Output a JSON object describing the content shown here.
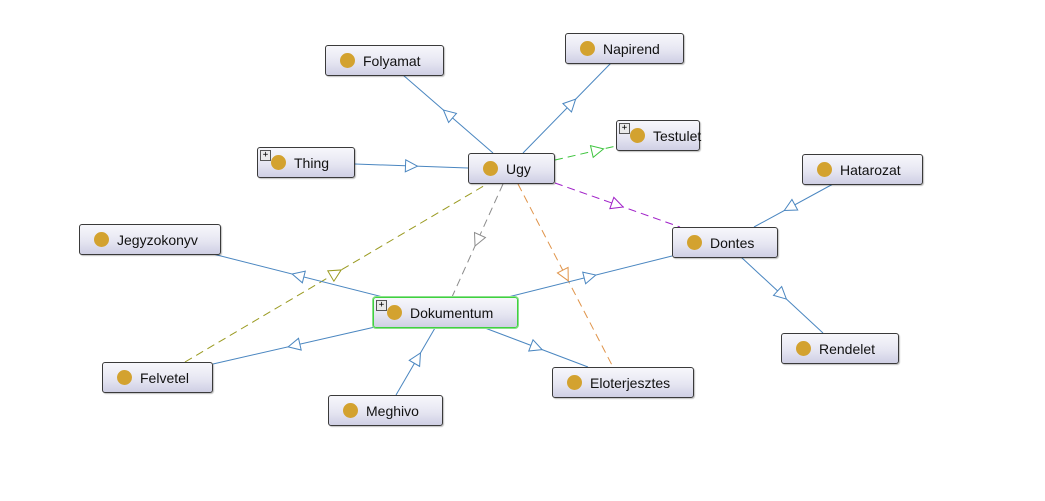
{
  "diagram": {
    "type": "ontology-class-graph",
    "colors": {
      "subclass_edge": "#4a86c0",
      "node_dot": "#d3a22f",
      "selected_border": "#3fd23f"
    },
    "nodes": [
      {
        "id": "Folyamat",
        "label": "Folyamat",
        "expandable": false
      },
      {
        "id": "Napirend",
        "label": "Napirend",
        "expandable": false
      },
      {
        "id": "Thing",
        "label": "Thing",
        "expandable": true
      },
      {
        "id": "Ugy",
        "label": "Ugy",
        "expandable": false
      },
      {
        "id": "Testulet",
        "label": "Testulet",
        "expandable": true
      },
      {
        "id": "Hatarozat",
        "label": "Hatarozat",
        "expandable": false
      },
      {
        "id": "Jegyzokonyv",
        "label": "Jegyzokonyv",
        "expandable": false
      },
      {
        "id": "Dontes",
        "label": "Dontes",
        "expandable": false
      },
      {
        "id": "Dokumentum",
        "label": "Dokumentum",
        "expandable": true,
        "selected": true
      },
      {
        "id": "Rendelet",
        "label": "Rendelet",
        "expandable": false
      },
      {
        "id": "Felvetel",
        "label": "Felvetel",
        "expandable": false
      },
      {
        "id": "Eloterjesztes",
        "label": "Eloterjesztes",
        "expandable": false
      },
      {
        "id": "Meghivo",
        "label": "Meghivo",
        "expandable": false
      }
    ],
    "edges": [
      {
        "from": "Ugy",
        "to": "Folyamat",
        "style": "solid",
        "color": "#4a86c0"
      },
      {
        "from": "Ugy",
        "to": "Napirend",
        "style": "solid",
        "color": "#4a86c0"
      },
      {
        "from": "Thing",
        "to": "Ugy",
        "style": "solid",
        "color": "#4a86c0"
      },
      {
        "from": "Ugy",
        "to": "Testulet",
        "style": "dashed",
        "color": "#3cc43c"
      },
      {
        "from": "Ugy",
        "to": "Dontes",
        "style": "dashed",
        "color": "#a020c8"
      },
      {
        "from": "Felvetel",
        "to": "Ugy",
        "style": "dashed",
        "color": "#9a9a20"
      },
      {
        "from": "Ugy",
        "to": "Dokumentum",
        "style": "dashed",
        "color": "#8c8c8c"
      },
      {
        "from": "Ugy",
        "to": "Eloterjesztes",
        "style": "dashed",
        "color": "#e0944a"
      },
      {
        "from": "Dokumentum",
        "to": "Jegyzokonyv",
        "style": "solid",
        "color": "#4a86c0"
      },
      {
        "from": "Dokumentum",
        "to": "Felvetel",
        "style": "solid",
        "color": "#4a86c0"
      },
      {
        "from": "Dokumentum",
        "to": "Dontes",
        "style": "solid",
        "color": "#4a86c0"
      },
      {
        "from": "Meghivo",
        "to": "Dokumentum",
        "style": "solid",
        "color": "#4a86c0"
      },
      {
        "from": "Dokumentum",
        "to": "Eloterjesztes",
        "style": "solid",
        "color": "#4a86c0"
      },
      {
        "from": "Hatarozat",
        "to": "Dontes",
        "style": "solid",
        "color": "#4a86c0"
      },
      {
        "from": "Dontes",
        "to": "Rendelet",
        "style": "solid",
        "color": "#4a86c0"
      }
    ]
  }
}
